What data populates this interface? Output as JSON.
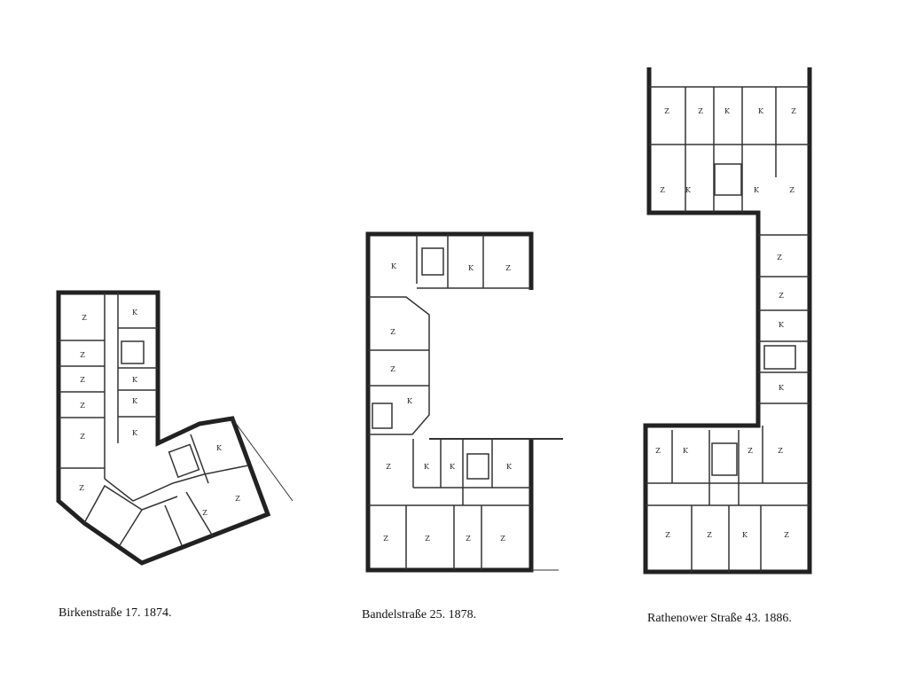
{
  "plans": [
    {
      "caption": "Birkenstraße 17. 1874.",
      "rooms": [
        "Z",
        "K",
        "Z",
        "Z",
        "Z",
        "K",
        "K",
        "K",
        "Z",
        "Z",
        "K",
        "Z",
        "Z"
      ]
    },
    {
      "caption": "Bandelstraße 25.  1878.",
      "rooms": [
        "K",
        "K",
        "Z",
        "Z",
        "Z",
        "K",
        "Z",
        "K",
        "K",
        "K",
        "Z",
        "Z",
        "Z",
        "Z"
      ]
    },
    {
      "caption": "Rathenower Straße 43. 1886.",
      "rooms": [
        "Z",
        "Z",
        "K",
        "K",
        "Z",
        "Z",
        "K",
        "K",
        "Z",
        "Z",
        "Z",
        "K",
        "K",
        "Z",
        "K",
        "Z",
        "Z",
        "Z",
        "Z",
        "K",
        "Z"
      ]
    }
  ]
}
